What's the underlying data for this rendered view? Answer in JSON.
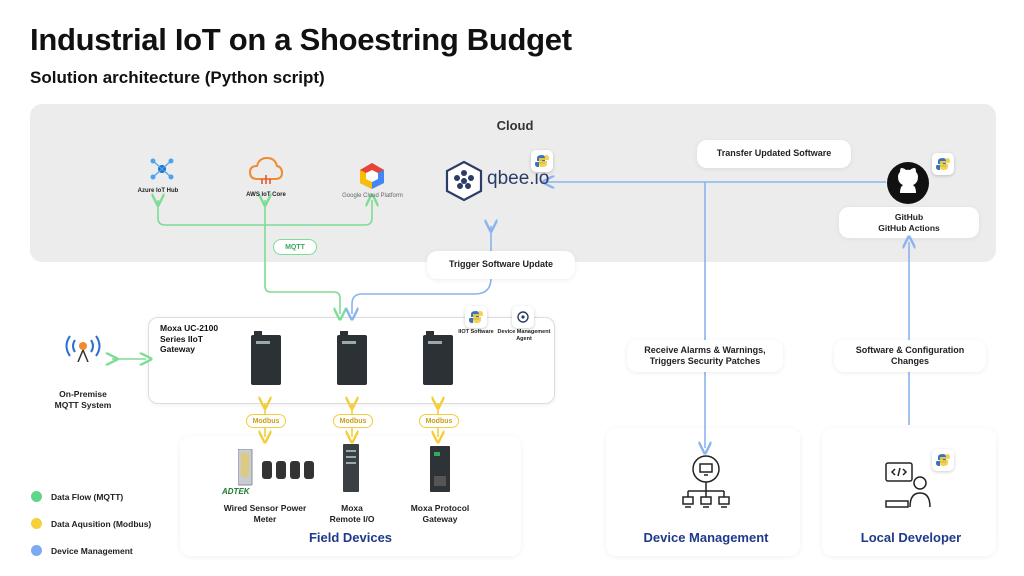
{
  "title": "Industrial IoT on a Shoestring Budget",
  "subtitle": "Solution architecture (Python script)",
  "cloud": {
    "label": "Cloud",
    "azure": "Azure IoT Hub",
    "aws": "AWS IoT Core",
    "gcp": "Google Cloud Platform",
    "qbee": "qbee.io",
    "github_line1": "GitHub",
    "github_line2": "GitHub Actions"
  },
  "pills": {
    "transfer": "Transfer Updated Software",
    "trigger": "Trigger Software Update",
    "mqtt": "MQTT",
    "alarms_line1": "Receive Alarms & Warnings,",
    "alarms_line2": "Triggers Security Patches",
    "software_line1": "Software & Configuration",
    "software_line2": "Changes"
  },
  "gateway": {
    "line1": "Moxa UC-2100",
    "line2": "Series IIoT",
    "line3": "Gateway",
    "iiot_software": "IIOT Software",
    "agent_line1": "Device Management",
    "agent_line2": "Agent"
  },
  "onprem": {
    "line1": "On-Premise",
    "line2": "MQTT System"
  },
  "modbus": "Modbus",
  "field": {
    "title": "Field Devices",
    "meter_line1": "Wired Sensor Power",
    "meter_line2": "Meter",
    "remote_line1": "Moxa",
    "remote_line2": "Remote I/O",
    "protocol_line1": "Moxa Protocol",
    "protocol_line2": "Gateway",
    "adtek": "ADTEK"
  },
  "device_management": {
    "title": "Device Management"
  },
  "local_developer": {
    "title": "Local Developer"
  },
  "legend": [
    {
      "label": "Data Flow (MQTT)",
      "color": "#5fd68a"
    },
    {
      "label": "Data Aqusition (Modbus)",
      "color": "#f6cf3d"
    },
    {
      "label": "Device Management",
      "color": "#7aaaf2"
    }
  ],
  "colors": {
    "mqtt": "#7ddc95",
    "modbus": "#f4cd3a",
    "mgmt": "#8ab3f0",
    "accent": "#1f3a8a"
  }
}
